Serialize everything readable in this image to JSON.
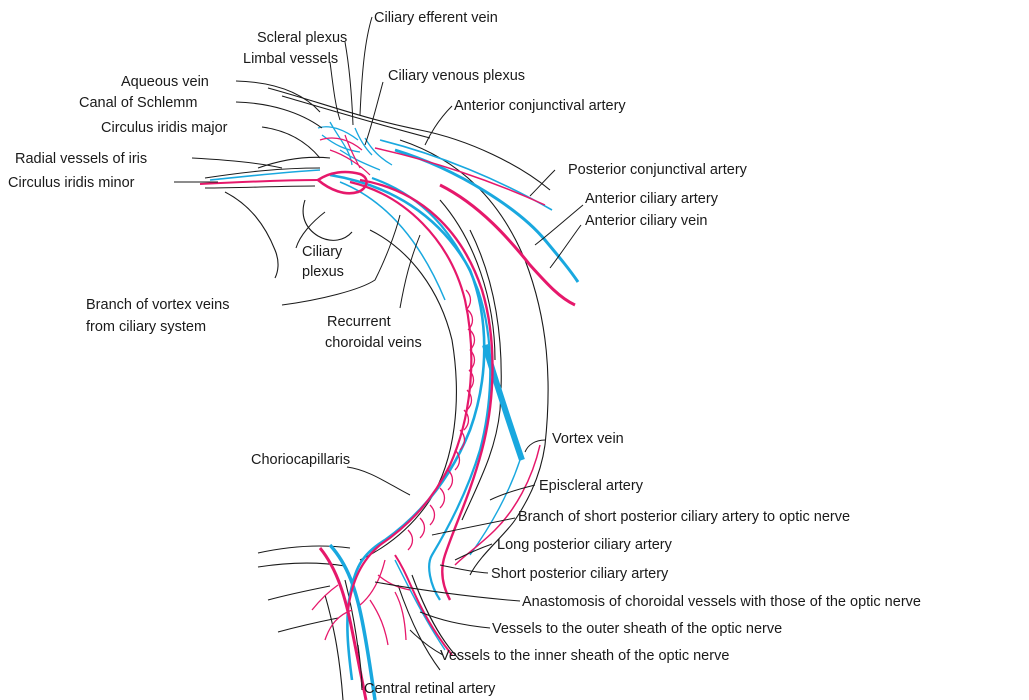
{
  "colors": {
    "artery": "#e6186b",
    "vein": "#19a8df",
    "line": "#1a1a1a",
    "background": "#ffffff"
  },
  "labels": {
    "ciliary_efferent_vein": "Ciliary efferent vein",
    "scleral_plexus": "Scleral plexus",
    "limbal_vessels": "Limbal vessels",
    "ciliary_venous_plexus": "Ciliary venous plexus",
    "aqueous_vein": "Aqueous vein",
    "canal_of_schlemm": "Canal of Schlemm",
    "anterior_conjunctival_artery": "Anterior conjunctival artery",
    "circulus_iridis_major": "Circulus iridis major",
    "radial_vessels_of_iris": "Radial vessels of iris",
    "posterior_conjunctival_artery": "Posterior conjunctival artery",
    "circulus_iridis_minor": "Circulus iridis minor",
    "anterior_ciliary_artery": "Anterior ciliary artery",
    "anterior_ciliary_vein": "Anterior ciliary vein",
    "ciliary_plexus_line1": "Ciliary",
    "ciliary_plexus_line2": "plexus",
    "branch_vortex_line1": "Branch of vortex veins",
    "branch_vortex_line2": "from ciliary system",
    "recurrent_line1": "Recurrent",
    "recurrent_line2": "choroidal veins",
    "vortex_vein": "Vortex vein",
    "choriocapillaris": "Choriocapillaris",
    "episcleral_artery": "Episcleral artery",
    "branch_short_posterior": "Branch of short posterior ciliary artery to optic nerve",
    "long_posterior_ciliary_artery": "Long posterior ciliary artery",
    "short_posterior_ciliary_artery": "Short posterior ciliary artery",
    "anastomosis": "Anastomosis of choroidal vessels with those of the optic nerve",
    "vessels_outer_sheath": "Vessels to the outer sheath of the optic nerve",
    "vessels_inner_sheath": "Vessels to the inner sheath of the optic nerve",
    "central_retinal_artery": "Central retinal artery"
  }
}
